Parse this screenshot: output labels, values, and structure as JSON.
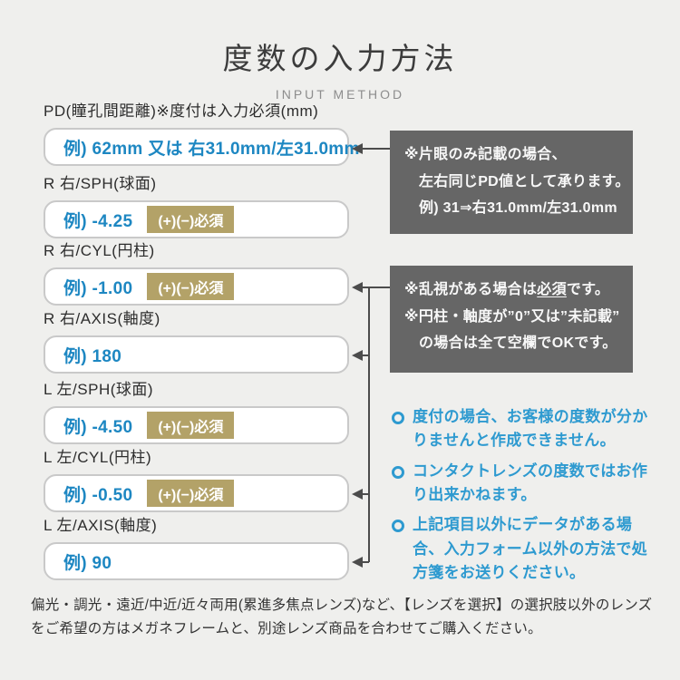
{
  "header": {
    "title": "度数の入力方法",
    "subtitle": "INPUT METHOD"
  },
  "form": {
    "fields": [
      {
        "label": "PD(瞳孔間距離)※度付は入力必須(mm)",
        "example": "例) 62mm 又は 右31.0mm/左31.0mm",
        "badge": ""
      },
      {
        "label": "R 右/SPH(球面)",
        "example": "例) -4.25",
        "badge": "(+)(−)必須"
      },
      {
        "label": "R 右/CYL(円柱)",
        "example": "例) -1.00",
        "badge": "(+)(−)必須"
      },
      {
        "label": "R 右/AXIS(軸度)",
        "example": "例) 180",
        "badge": ""
      },
      {
        "label": "L 左/SPH(球面)",
        "example": "例) -4.50",
        "badge": "(+)(−)必須"
      },
      {
        "label": "L 左/CYL(円柱)",
        "example": "例) -0.50",
        "badge": "(+)(−)必須"
      },
      {
        "label": "L 左/AXIS(軸度)",
        "example": "例) 90",
        "badge": ""
      }
    ]
  },
  "notes": {
    "pd_note": {
      "line1": "※片眼のみ記載の場合、",
      "line2": "左右同じPD値として承ります。",
      "line3": "例) 31⇒右31.0mm/左31.0mm"
    },
    "cyl_note": {
      "line1_pre": "※乱視がある場合は",
      "line1_em": "必須",
      "line1_post": "です。",
      "line2": "※円柱・軸度が”0”又は”未記載”",
      "line3": "の場合は全て空欄でOKです。"
    },
    "bullets": [
      "度付の場合、お客様の度数が分かりませんと作成できません。",
      "コンタクトレンズの度数ではお作り出来かねます。",
      "上記項目以外にデータがある場合、入力フォーム以外の方法で処方箋をお送りください。"
    ]
  },
  "footer": {
    "text": "偏光・調光・遠近/中近/近々両用(累進多焦点レンズ)など、【レンズを選択】の選択肢以外のレンズをご希望の方はメガネフレームと、別途レンズ商品を合わせてご購入ください。"
  },
  "colors": {
    "background": "#efefed",
    "example_blue": "#1d87c2",
    "bullet_blue": "#2e9ad0",
    "badge_tan": "#b3a268",
    "note_box_gray": "#666666",
    "arrow_gray": "#4c4c4c"
  }
}
